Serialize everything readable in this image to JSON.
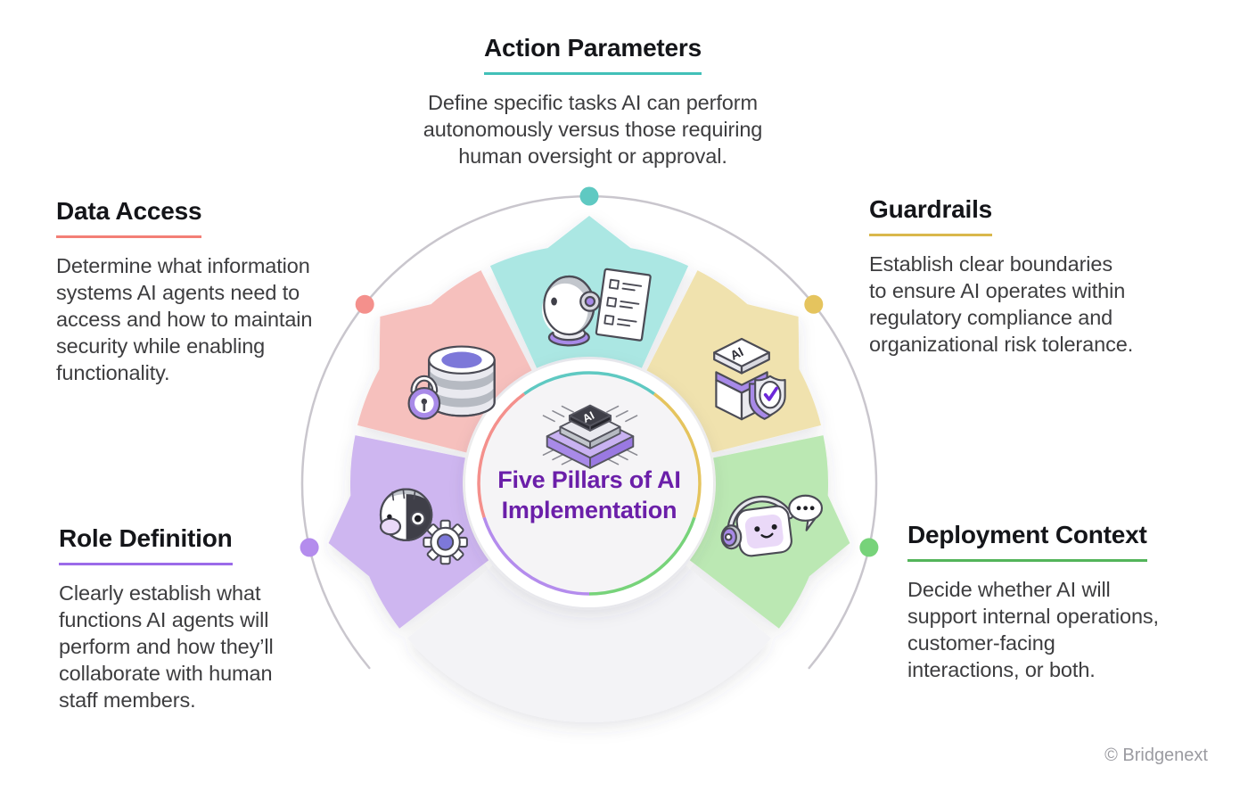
{
  "diagram": {
    "center": {
      "title_lines": [
        "Five Pillars of AI",
        "Implementation"
      ],
      "title_color": "#6b1fa9"
    },
    "arc_color": "#c9c6cd",
    "bottom_segment_color": "#f3f3f6",
    "disc_color": "#f5f4f6"
  },
  "pillars": [
    {
      "id": "action-parameters",
      "label": "Action Parameters",
      "description": "Define specific tasks AI can perform\nautonomously versus those requiring\nhuman oversight or approval.",
      "icon": "robot-checklist-icon",
      "colors": {
        "segment": "#abe7e3",
        "dot": "#5fc9c2",
        "accent": "#42c0b8"
      }
    },
    {
      "id": "data-access",
      "label": "Data Access",
      "description": "Determine what information\nsystems AI agents need to\naccess and how to maintain\nsecurity while enabling\nfunctionality.",
      "icon": "database-lock-icon",
      "colors": {
        "segment": "#f6c0bd",
        "dot": "#f4908c",
        "accent": "#f37f76"
      }
    },
    {
      "id": "guardrails",
      "label": "Guardrails",
      "description": "Establish clear boundaries\nto ensure AI operates within\nregulatory compliance and\norganizational risk tolerance.",
      "icon": "ai-shield-icon",
      "colors": {
        "segment": "#f0e2ae",
        "dot": "#e5c45e",
        "accent": "#d9b84b"
      }
    },
    {
      "id": "role-definition",
      "label": "Role Definition",
      "description": "Clearly establish what\nfunctions AI agents will\nperform and how they’ll\ncollaborate with human\nstaff members.",
      "icon": "robot-gear-icon",
      "colors": {
        "segment": "#ceb6f0",
        "dot": "#b48ced",
        "accent": "#9b6be9"
      }
    },
    {
      "id": "deployment-context",
      "label": "Deployment Context",
      "description": "Decide whether AI will\nsupport internal operations,\ncustomer-facing\ninteractions, or both.",
      "icon": "chatbot-headset-icon",
      "colors": {
        "segment": "#bbe8b3",
        "dot": "#77d37a",
        "accent": "#53b45a"
      }
    }
  ],
  "icon_labels": {
    "chip": "AI",
    "box": "AI"
  },
  "footer": {
    "copyright": "© Bridgenext"
  }
}
